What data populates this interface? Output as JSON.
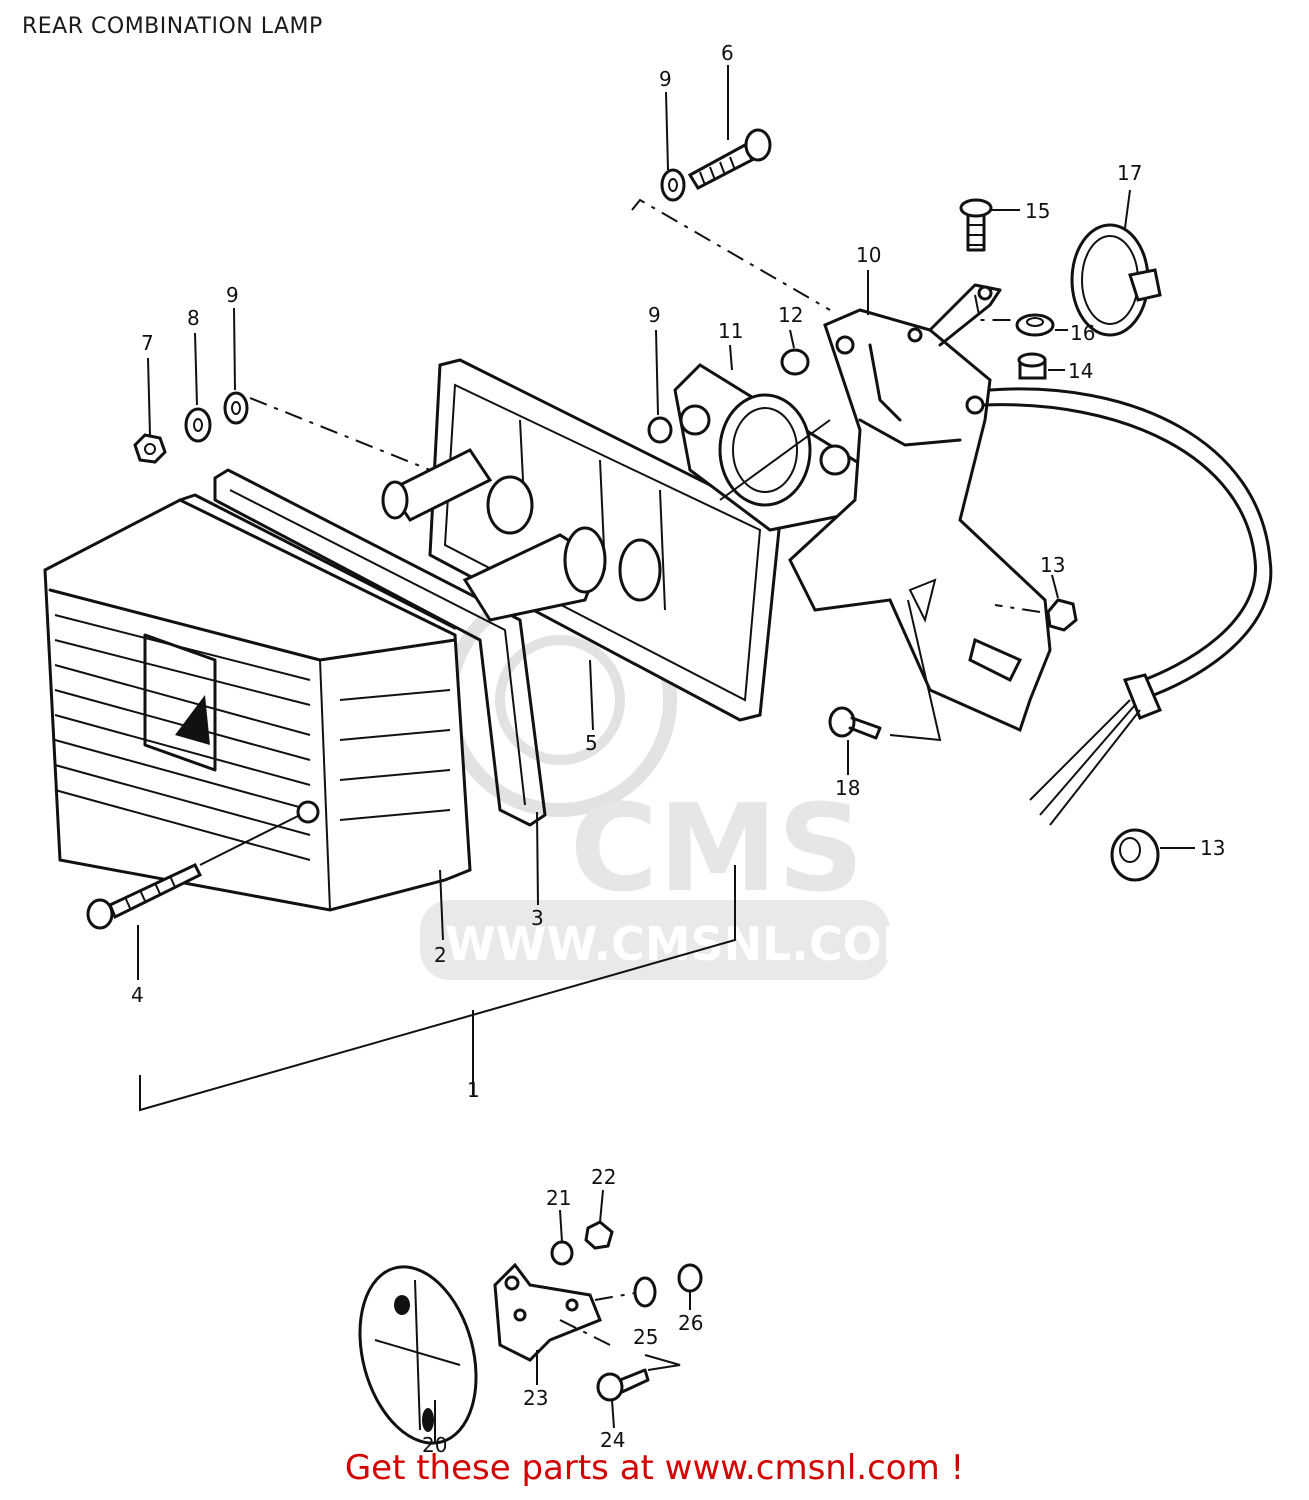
{
  "title": "REAR COMBINATION LAMP",
  "watermark": {
    "brand": "CMS",
    "url": "WWW.CMSNL.COM"
  },
  "footer": {
    "text": "Get these parts at www.cmsnl.com !",
    "color": "#d40000"
  },
  "callouts": {
    "n1": "1",
    "n2": "2",
    "n3": "3",
    "n4": "4",
    "n5": "5",
    "n6": "6",
    "n7": "7",
    "n8": "8",
    "n9a": "9",
    "n9b": "9",
    "n9c": "9",
    "n10": "10",
    "n11": "11",
    "n12": "12",
    "n13a": "13",
    "n13b": "13",
    "n14": "14",
    "n15": "15",
    "n16": "16",
    "n17": "17",
    "n18": "18",
    "n20": "20",
    "n21": "21",
    "n22": "22",
    "n23": "23",
    "n24": "24",
    "n25": "25",
    "n26": "26"
  }
}
